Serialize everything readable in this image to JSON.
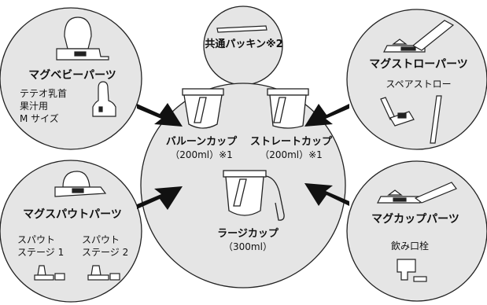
{
  "packing": {
    "title": "共通パッキン※2"
  },
  "magubaby": {
    "title": "マグベビーパーツ",
    "lines": [
      "テテオ乳首",
      "果汁用",
      "M サイズ"
    ]
  },
  "magustraw": {
    "title": "マグストローパーツ",
    "caption": "スペアストロー"
  },
  "magspout": {
    "title": "マグスパウトパーツ",
    "stage1": [
      "スパウト",
      "ステージ 1"
    ],
    "stage2": [
      "スパウト",
      "ステージ 2"
    ]
  },
  "magcup": {
    "title": "マグカップパーツ",
    "caption": "飲み口栓"
  },
  "center": {
    "balloon": {
      "name": "バルーンカップ",
      "size": "（200ml）※1"
    },
    "straight": {
      "name": "ストレートカップ",
      "size": "（200ml）※1"
    },
    "large": {
      "name": "ラージカップ",
      "size": "（300ml）"
    }
  },
  "colors": {
    "line": "#222222",
    "circle_fill": "#e5e5e5",
    "arrow": "#111111",
    "part_fill": "#ffffff"
  }
}
